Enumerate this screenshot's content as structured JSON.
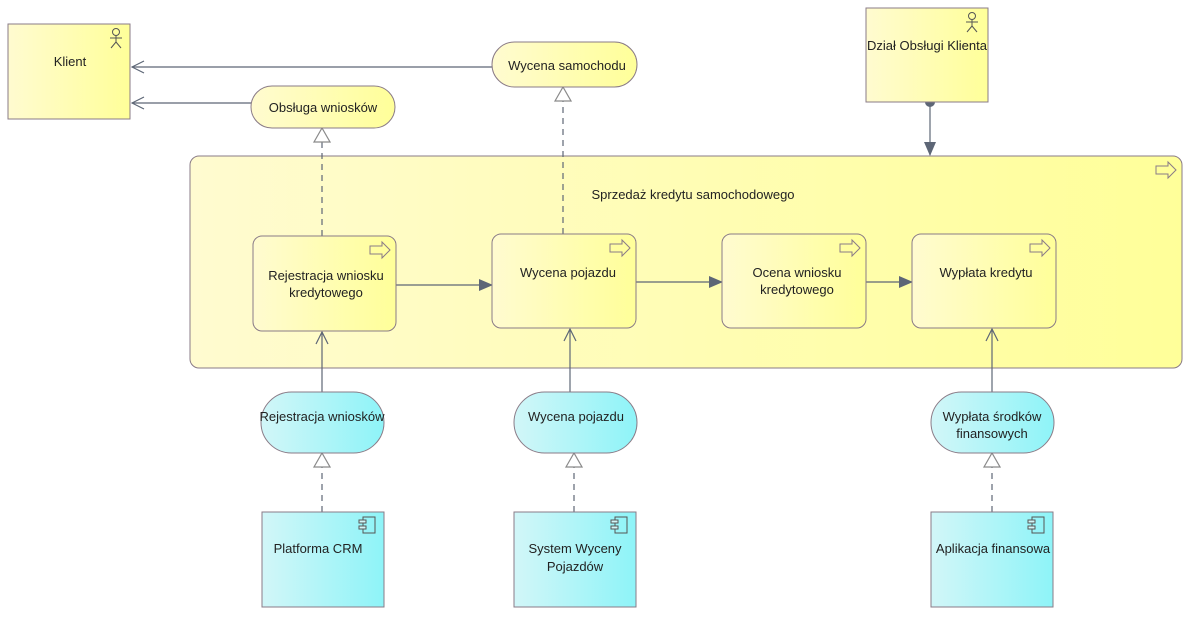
{
  "colors": {
    "business_fill_light": "#fffbd0",
    "business_fill_dark": "#ffff99",
    "application_fill_light": "#d2f6f8",
    "application_fill_dark": "#8ef4f8",
    "stroke": "#8a7b87",
    "line": "#5d6676"
  },
  "actors": {
    "klient": "Klient",
    "dzial": "Dział Obsługi Klienta"
  },
  "business_services": {
    "wycena_samochodu": "Wycena samochodu",
    "obsluga_wnioskow": "Obsługa wniosków"
  },
  "main_process": {
    "title": "Sprzedaż kredytu samochodowego"
  },
  "processes": {
    "rejestracja": [
      "Rejestracja wniosku",
      "kredytowego"
    ],
    "wycena": "Wycena pojazdu",
    "ocena": [
      "Ocena wniosku",
      "kredytowego"
    ],
    "wyplata": "Wypłata kredytu"
  },
  "application_services": {
    "rejestracja_wnioskow": "Rejestracja wniosków",
    "wycena_pojazdu": "Wycena pojazdu",
    "wyplata_srodkow": [
      "Wypłata środków",
      "finansowych"
    ]
  },
  "components": {
    "crm": "Platforma CRM",
    "system_wyceny": [
      "System Wyceny",
      "Pojazdów"
    ],
    "aplikacja": "Aplikacja finansowa"
  }
}
